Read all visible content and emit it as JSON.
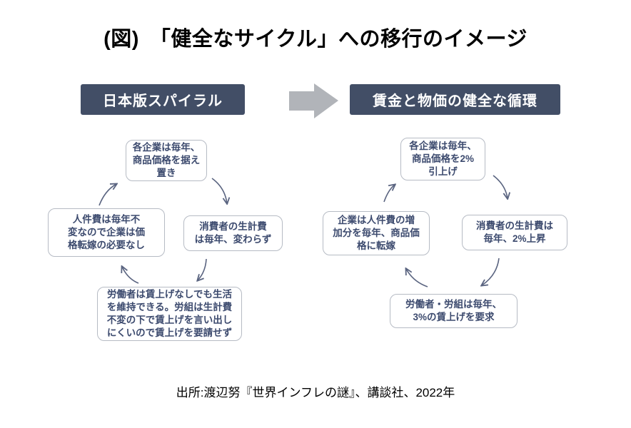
{
  "title": "(図)　「健全なサイクル」への移行のイメージ",
  "left_cycle": {
    "header": "日本版スパイラル",
    "boxes": {
      "top": "各企業は毎年、\n商品価格を据え\n置き",
      "right": "消費者の生計費\nは毎年、変わらず",
      "bottom": "労働者は賃上げなしでも生活\nを維持できる。労組は生計費\n不変の下で賃上げを言い出し\nにくいので賃上げを要請せず",
      "left": "人件費は毎年不\n変なので企業は価\n格転嫁の必要なし"
    }
  },
  "right_cycle": {
    "header": "賃金と物価の健全な循環",
    "boxes": {
      "top": "各企業は毎年、\n商品価格を2%\n引上げ",
      "right": "消費者の生計費は\n毎年、2%上昇",
      "bottom": "労働者・労組は毎年、\n3%の賃上げを要求",
      "left": "企業は人件費の増\n加分を毎年、商品価\n格に転嫁"
    }
  },
  "source": "出所:渡辺努『世界インフレの謎』、講談社、2022年",
  "icons": {
    "transition_arrow": "right-block-arrow",
    "cycle_arrow": "curved-clockwise-arrow"
  },
  "colors": {
    "title_text": "#000000",
    "header_bg": "#424e66",
    "header_text": "#ffffff",
    "node_text": "#3c4a6e",
    "node_border": "#b6bbc4",
    "cycle_arrow": "#5a6480",
    "transition_arrow": "#b1b4b9"
  }
}
